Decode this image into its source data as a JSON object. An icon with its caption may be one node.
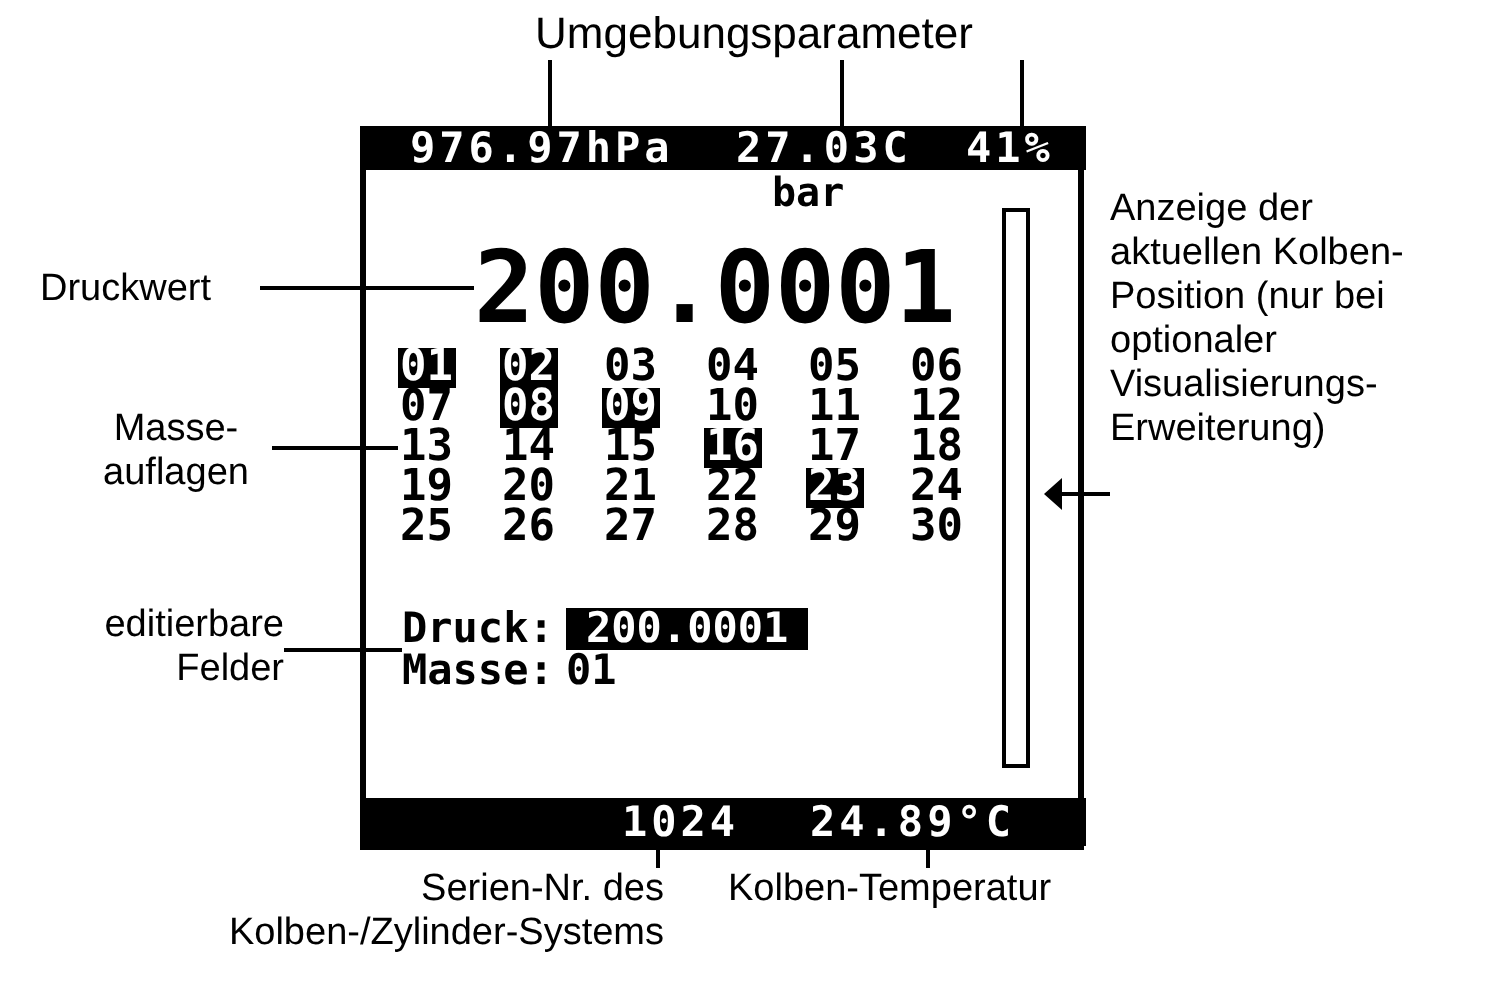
{
  "diagram": {
    "nodes": [
      {
        "text": [
          "Umgebungsparameter"
        ]
      },
      {
        "text": [],
        "shape": "box"
      },
      {
        "text": [],
        "shape": "bar",
        "in": 1
      },
      {
        "text": [
          "976.97hPa"
        ],
        "in": 2
      },
      {
        "text": [
          "27.03C"
        ],
        "in": 2
      },
      {
        "text": [
          "41%"
        ],
        "in": 2
      },
      {
        "text": [
          "Druckwert"
        ]
      },
      {
        "text": [
          "200.0001"
        ],
        "in": 1
      },
      {
        "text": [],
        "shape": "bar",
        "in": 1
      },
      {
        "text": [
          "Anzeige der aktuellen Kolben- Position (nur bei optionaler Visualisierungs- Erweiterung)"
        ]
      },
      {
        "text": [
          "Masse- auflagen"
        ]
      },
      {
        "text": [
          "01",
          "02",
          "03",
          "04",
          "05",
          "06",
          "07",
          "08",
          "09",
          "10",
          "11",
          "12",
          "13",
          "14",
          "15",
          "16",
          "17",
          "18",
          "19",
          "20",
          "21",
          "22",
          "23",
          "24",
          "25",
          "26",
          "27",
          "28",
          "29",
          "30"
        ],
        "in": 1
      },
      {
        "text": [],
        "shape": "triangle",
        "in": 1
      },
      {
        "text": [
          "editierbare Felder"
        ]
      },
      {
        "text": [
          "Druck:",
          "200.0001",
          "Masse:",
          "01"
        ],
        "in": 1
      },
      {
        "text": [],
        "shape": "bar",
        "in": 1
      },
      {
        "text": [
          "1024"
        ],
        "in": 15
      },
      {
        "text": [
          "24.89°C"
        ],
        "in": 15
      },
      {
        "text": [
          "Serien-Nr. des Kolben-/Zylinder-Systems"
        ]
      },
      {
        "text": [
          "Kolben-Temperatur"
        ]
      }
    ],
    "edges": [
      {
        "from": 0,
        "to": 3,
        "arrow": "none"
      },
      {
        "from": 0,
        "to": 4,
        "arrow": "none"
      },
      {
        "from": 0,
        "to": 5,
        "arrow": "none"
      },
      {
        "from": 6,
        "to": 7,
        "arrow": "none"
      },
      {
        "from": 10,
        "to": 11,
        "arrow": "none"
      },
      {
        "from": 13,
        "to": 14,
        "arrow": "none"
      },
      {
        "from": 9,
        "to": 12,
        "arrow": "none"
      },
      {
        "from": 18,
        "to": 16,
        "arrow": "none"
      },
      {
        "from": 19,
        "to": 17,
        "arrow": "none"
      }
    ],
    "labels": [
      "bar"
    ]
  }
}
